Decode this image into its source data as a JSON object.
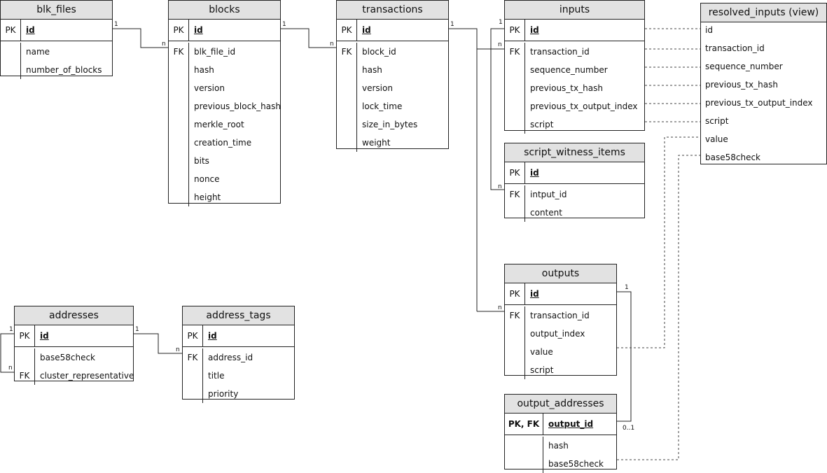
{
  "entities": {
    "blk_files": {
      "name": "blk_files",
      "pk_key": "PK",
      "pk_field": "id",
      "fields": [
        {
          "key": "",
          "name": "name"
        },
        {
          "key": "",
          "name": "number_of_blocks"
        }
      ]
    },
    "blocks": {
      "name": "blocks",
      "pk_key": "PK",
      "pk_field": "id",
      "fields": [
        {
          "key": "FK",
          "name": "blk_file_id"
        },
        {
          "key": "",
          "name": "hash"
        },
        {
          "key": "",
          "name": "version"
        },
        {
          "key": "",
          "name": "previous_block_hash"
        },
        {
          "key": "",
          "name": "merkle_root"
        },
        {
          "key": "",
          "name": "creation_time"
        },
        {
          "key": "",
          "name": "bits"
        },
        {
          "key": "",
          "name": "nonce"
        },
        {
          "key": "",
          "name": "height"
        }
      ]
    },
    "transactions": {
      "name": "transactions",
      "pk_key": "PK",
      "pk_field": "id",
      "fields": [
        {
          "key": "FK",
          "name": "block_id"
        },
        {
          "key": "",
          "name": "hash"
        },
        {
          "key": "",
          "name": "version"
        },
        {
          "key": "",
          "name": "lock_time"
        },
        {
          "key": "",
          "name": "size_in_bytes"
        },
        {
          "key": "",
          "name": "weight"
        }
      ]
    },
    "inputs": {
      "name": "inputs",
      "pk_key": "PK",
      "pk_field": "id",
      "fields": [
        {
          "key": "FK",
          "name": "transaction_id"
        },
        {
          "key": "",
          "name": "sequence_number"
        },
        {
          "key": "",
          "name": "previous_tx_hash"
        },
        {
          "key": "",
          "name": "previous_tx_output_index"
        },
        {
          "key": "",
          "name": "script"
        }
      ]
    },
    "script_witness_items": {
      "name": "script_witness_items",
      "pk_key": "PK",
      "pk_field": "id",
      "fields": [
        {
          "key": "FK",
          "name": "intput_id"
        },
        {
          "key": "",
          "name": "content"
        }
      ]
    },
    "outputs": {
      "name": "outputs",
      "pk_key": "PK",
      "pk_field": "id",
      "fields": [
        {
          "key": "FK",
          "name": "transaction_id"
        },
        {
          "key": "",
          "name": "output_index"
        },
        {
          "key": "",
          "name": "value"
        },
        {
          "key": "",
          "name": "script"
        }
      ]
    },
    "output_addresses": {
      "name": "output_addresses",
      "pk_key": "PK, FK",
      "pk_field": "output_id",
      "fields": [
        {
          "key": "",
          "name": "hash"
        },
        {
          "key": "",
          "name": "base58check"
        }
      ]
    },
    "addresses": {
      "name": "addresses",
      "pk_key": "PK",
      "pk_field": "id",
      "fields": [
        {
          "key": "",
          "name": "base58check"
        },
        {
          "key": "FK",
          "name": "cluster_representative"
        }
      ]
    },
    "address_tags": {
      "name": "address_tags",
      "pk_key": "PK",
      "pk_field": "id",
      "fields": [
        {
          "key": "FK",
          "name": "address_id"
        },
        {
          "key": "",
          "name": "title"
        },
        {
          "key": "",
          "name": "priority"
        }
      ]
    },
    "resolved_inputs": {
      "name": "resolved_inputs (view)",
      "fields": [
        "id",
        "transaction_id",
        "sequence_number",
        "previous_tx_hash",
        "previous_tx_output_index",
        "script",
        "value",
        "base58check"
      ]
    }
  },
  "cardinality": {
    "one": "1",
    "many": "n",
    "zero_or_one": "0..1"
  }
}
